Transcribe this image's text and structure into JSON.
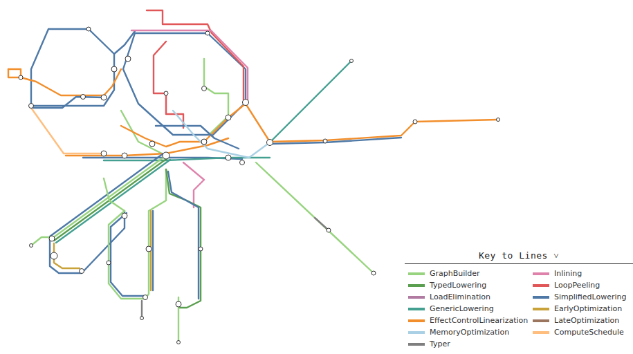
{
  "diagram": {
    "labels": [
      "Key to Lines ˅"
    ],
    "legend": [
      {
        "text": "GraphBuilder",
        "color": "#98d47f"
      },
      {
        "text": "Inlining",
        "color": "#df82ab"
      },
      {
        "text": "TypedLowering",
        "color": "#5a9e4f"
      },
      {
        "text": "LoopPeeling",
        "color": "#e15759"
      },
      {
        "text": "LoadElimination",
        "color": "#b07aa1"
      },
      {
        "text": "SimplifiedLowering",
        "color": "#4e79a7"
      },
      {
        "text": "GenericLowering",
        "color": "#44a091"
      },
      {
        "text": "EarlyOptimization",
        "color": "#c9a23a"
      },
      {
        "text": "EffectControlLinearization",
        "color": "#f28e2b"
      },
      {
        "text": "LateOptimization",
        "color": "#9c755f"
      },
      {
        "text": "MemoryOptimization",
        "color": "#a9d0e4"
      },
      {
        "text": "ComputeSchedule",
        "color": "#ffbe7d"
      },
      {
        "text": "Typer",
        "color": "#7f7f7f"
      }
    ]
  }
}
